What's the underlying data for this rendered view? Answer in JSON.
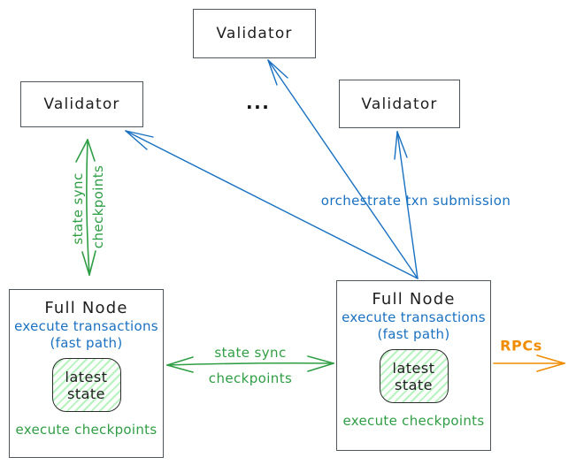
{
  "diagram": {
    "validators": {
      "left": {
        "label": "Validator"
      },
      "top": {
        "label": "Validator"
      },
      "right": {
        "label": "Validator"
      },
      "ellipsis": "..."
    },
    "full_node_left": {
      "title": "Full Node",
      "exec_txn": "execute transactions",
      "fast_path": "(fast path)",
      "state_line1": "latest",
      "state_line2": "state",
      "exec_ckpt": "execute checkpoints"
    },
    "full_node_right": {
      "title": "Full Node",
      "exec_txn": "execute transactions",
      "fast_path": "(fast path)",
      "state_line1": "latest",
      "state_line2": "state",
      "exec_ckpt": "execute checkpoints"
    },
    "edges": {
      "sync_vertical": {
        "line1": "state sync",
        "line2": "checkpoints"
      },
      "sync_horizontal": {
        "line1": "state sync",
        "line2": "checkpoints"
      },
      "orchestrate": {
        "label": "orchestrate txn submission"
      },
      "rpcs": {
        "label": "RPCs"
      }
    },
    "colors": {
      "green": "#2f9e44",
      "blue": "#1971c2",
      "orange": "#f08c00",
      "ink": "#1e1e1e",
      "box_border": "#4e555b",
      "state_fill": "#b2f2bb"
    }
  }
}
